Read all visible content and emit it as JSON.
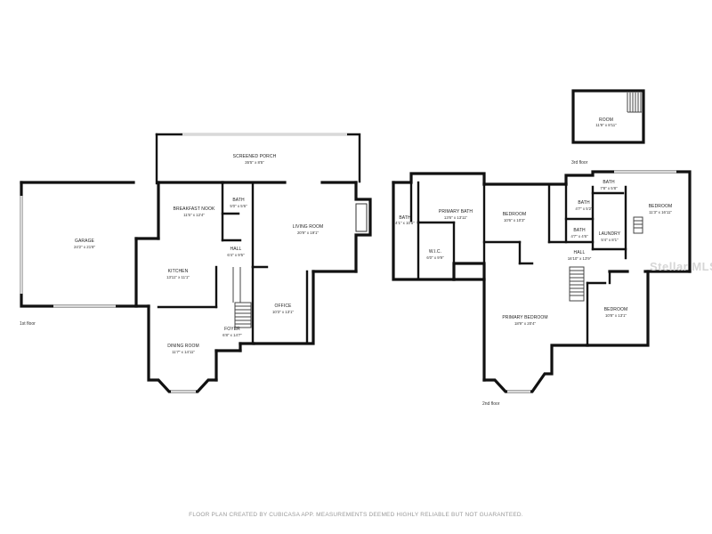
{
  "floors": {
    "first": "1st floor",
    "second": "2nd floor",
    "third": "3rd floor"
  },
  "rooms": {
    "screened_porch": {
      "name": "SCREENED PORCH",
      "dims": "35'5\" x 8'5\""
    },
    "breakfast_nook": {
      "name": "BREAKFAST NOOK",
      "dims": "11'5\" x 12'4\""
    },
    "bath_1": {
      "name": "BATH",
      "dims": "5'0\" x 5'6\""
    },
    "hall_1": {
      "name": "HALL",
      "dims": "6'4\" x 9'5\""
    },
    "living_room": {
      "name": "LIVING ROOM",
      "dims": "20'9\" x 19'1\""
    },
    "garage": {
      "name": "GARAGE",
      "dims": "24'2\" x 21'8\""
    },
    "kitchen": {
      "name": "KITCHEN",
      "dims": "13'11\" x 11'1\""
    },
    "office": {
      "name": "OFFICE",
      "dims": "10'3\" x 13'1\""
    },
    "foyer": {
      "name": "FOYER",
      "dims": "6'8\" x 14'7\""
    },
    "dining_room": {
      "name": "DINING ROOM",
      "dims": "11'7\" x 14'11\""
    },
    "bath_2a": {
      "name": "BATH",
      "dims": "4'1\" x 10'5\""
    },
    "primary_bath": {
      "name": "PRIMARY BATH",
      "dims": "13'6\" x 13'11\""
    },
    "wic": {
      "name": "W.I.C.",
      "dims": "6'0\" x 9'9\""
    },
    "bedroom_2a": {
      "name": "BEDROOM",
      "dims": "10'6\" x 10'3\""
    },
    "bath_2b": {
      "name": "BATH",
      "dims": "4'7\" x 5'2\""
    },
    "bath_2c": {
      "name": "BATH",
      "dims": "4'7\" x 4'6\""
    },
    "bath_2d": {
      "name": "BATH",
      "dims": "7'8\" x 5'8\""
    },
    "bedroom_2b": {
      "name": "BEDROOM",
      "dims": "11'3\" x 16'11\""
    },
    "laundry": {
      "name": "LAUNDRY",
      "dims": "5'4\" x 8'1\""
    },
    "hall_2": {
      "name": "HALL",
      "dims": "16'10\" x 13'9\""
    },
    "primary_bedroom": {
      "name": "PRIMARY BEDROOM",
      "dims": "18'9\" x 20'4\""
    },
    "bedroom_2c": {
      "name": "BEDROOM",
      "dims": "10'8\" x 13'1\""
    },
    "room_3": {
      "name": "ROOM",
      "dims": "11'9\" x 8'11\""
    }
  },
  "watermark": "Stellar MLS",
  "credit": "FLOOR PLAN CREATED BY CUBICASA APP. MEASUREMENTS DEEMED HIGHLY RELIABLE BUT NOT GUARANTEED."
}
